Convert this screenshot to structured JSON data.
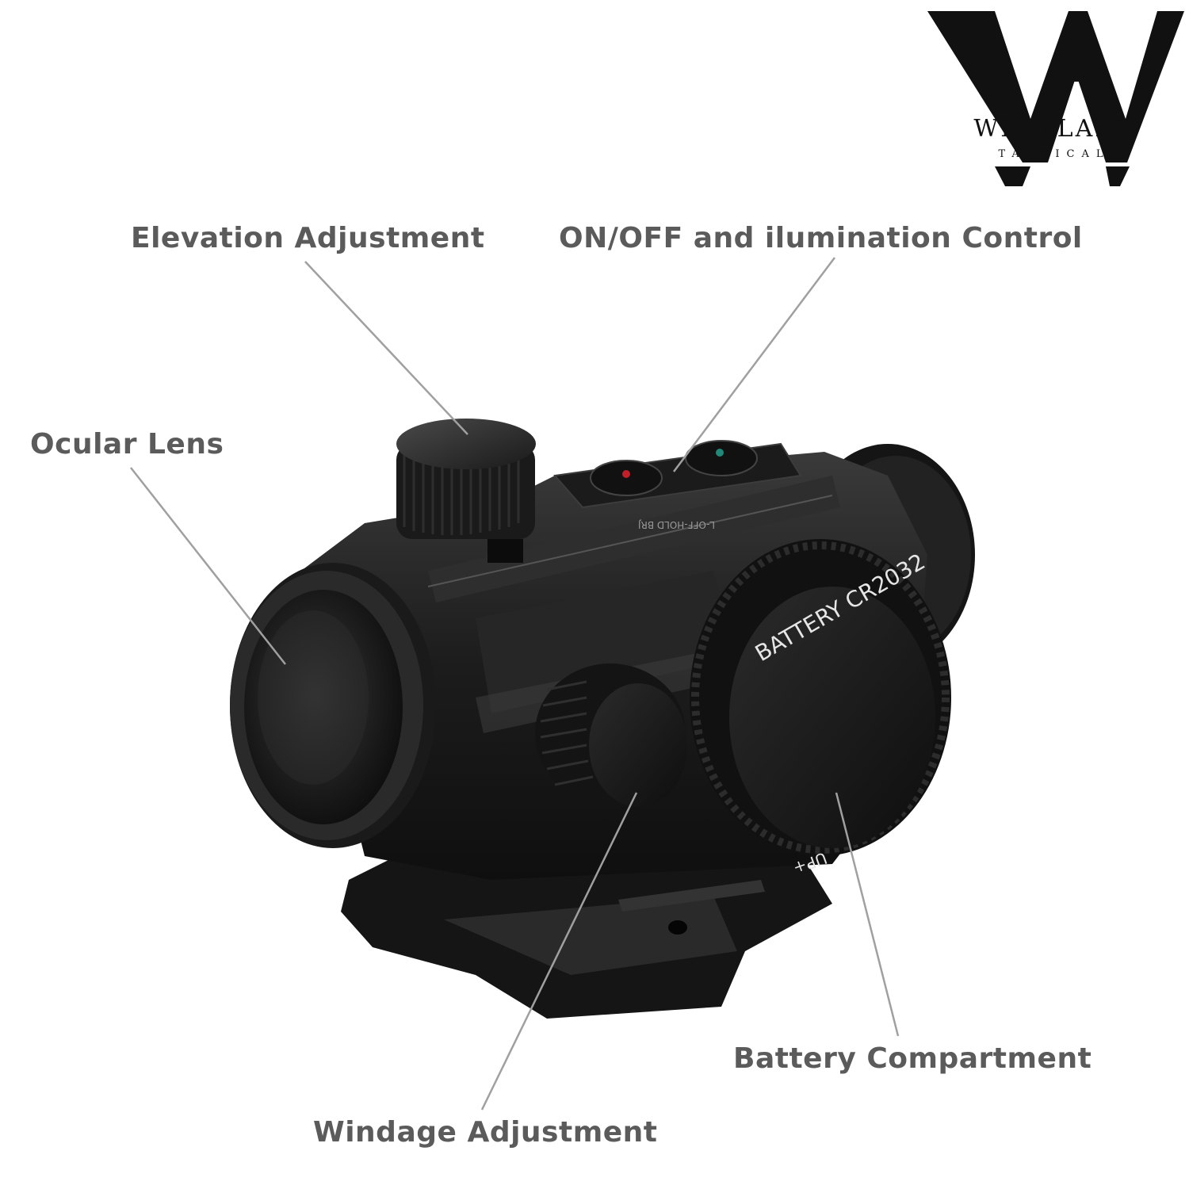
{
  "brand": {
    "name": "WESTLAKE",
    "tagline": "TACTICAL"
  },
  "product": {
    "battery_label": "BATTERY  CR2032",
    "up_label": "UP+",
    "switch_label": "L-OFF-HOLD BRJ"
  },
  "callouts": {
    "elevation": "Elevation Adjustment",
    "onoff": "ON/OFF and ilumination Control",
    "ocular": "Ocular Lens",
    "battery": "Battery Compartment",
    "windage": "Windage Adjustment"
  },
  "colors": {
    "label_text": "#5b5b5b",
    "leader_line": "#a0a0a0",
    "body": "#1e1e1e",
    "red_button_dot": "#c0202a",
    "green_button_dot": "#1f8a7a"
  }
}
